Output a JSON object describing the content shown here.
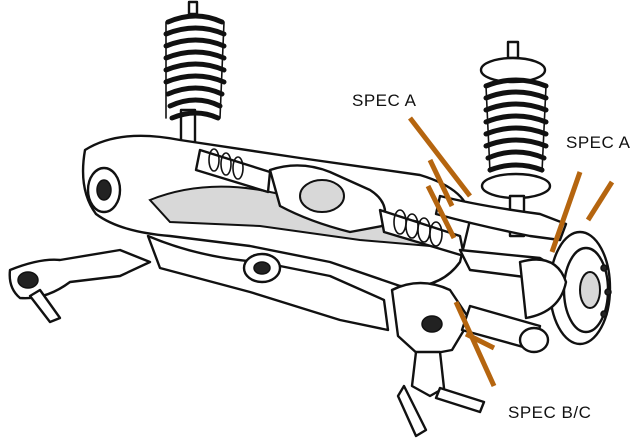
{
  "labels": {
    "spec_a_left": "SPEC A",
    "spec_a_right": "SPEC A",
    "spec_bc": "SPEC B/C"
  },
  "colors": {
    "line_art": "#111111",
    "callout": "#b5650f",
    "background": "#ffffff"
  }
}
